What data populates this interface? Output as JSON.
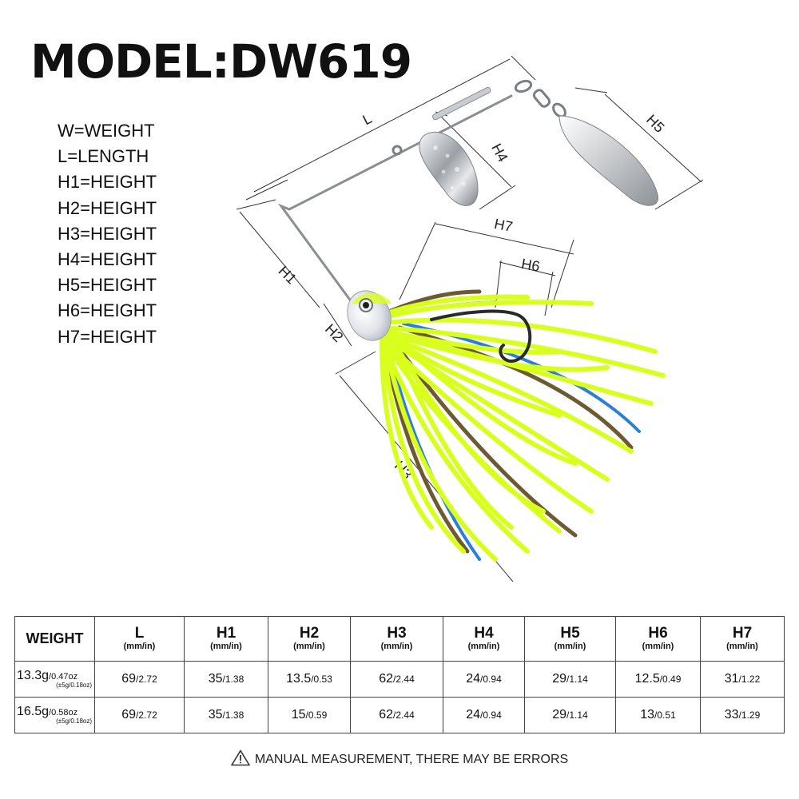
{
  "title": "MODEL:DW619",
  "legend": [
    "W=WEIGHT",
    "L=LENGTH",
    "H1=HEIGHT",
    "H2=HEIGHT",
    "H3=HEIGHT",
    "H4=HEIGHT",
    "H5=HEIGHT",
    "H6=HEIGHT",
    "H7=HEIGHT"
  ],
  "diagram_labels": {
    "L": "L",
    "H1": "H1",
    "H2": "H2",
    "H3": "H3",
    "H4": "H4",
    "H5": "H5",
    "H6": "H6",
    "H7": "H7"
  },
  "colors": {
    "skirt": "#d9ff1e",
    "skirt_blue": "#2c7fd6",
    "skirt_brown": "#6e5a32",
    "head": "#e9edf2",
    "blade": "#c9cdd2",
    "wire": "#8a8f94",
    "dimension_line": "#333333"
  },
  "table": {
    "weight_header": "WEIGHT",
    "columns": [
      {
        "label": "L",
        "unit": "(mm/in)"
      },
      {
        "label": "H1",
        "unit": "(mm/in)"
      },
      {
        "label": "H2",
        "unit": "(mm/in)"
      },
      {
        "label": "H3",
        "unit": "(mm/in)"
      },
      {
        "label": "H4",
        "unit": "(mm/in)"
      },
      {
        "label": "H5",
        "unit": "(mm/in)"
      },
      {
        "label": "H6",
        "unit": "(mm/in)"
      },
      {
        "label": "H7",
        "unit": "(mm/in)"
      }
    ],
    "rows": [
      {
        "weight": "13.3g",
        "weight_oz": "/0.47oz",
        "tolerance": "(±5g/0.18oz)",
        "cells": [
          {
            "mm": "69",
            "in": "/2.72"
          },
          {
            "mm": "35",
            "in": "/1.38"
          },
          {
            "mm": "13.5",
            "in": "/0.53"
          },
          {
            "mm": "62",
            "in": "/2.44"
          },
          {
            "mm": "24",
            "in": "/0.94"
          },
          {
            "mm": "29",
            "in": "/1.14"
          },
          {
            "mm": "12.5",
            "in": "/0.49"
          },
          {
            "mm": "31",
            "in": "/1.22"
          }
        ]
      },
      {
        "weight": "16.5g",
        "weight_oz": "/0.58oz",
        "tolerance": "(±5g/0.18oz)",
        "cells": [
          {
            "mm": "69",
            "in": "/2.72"
          },
          {
            "mm": "35",
            "in": "/1.38"
          },
          {
            "mm": "15",
            "in": "/0.59"
          },
          {
            "mm": "62",
            "in": "/2.44"
          },
          {
            "mm": "24",
            "in": "/0.94"
          },
          {
            "mm": "29",
            "in": "/1.14"
          },
          {
            "mm": "13",
            "in": "/0.51"
          },
          {
            "mm": "33",
            "in": "/1.29"
          }
        ]
      }
    ]
  },
  "footer": {
    "icon": "warning-icon",
    "text": "MANUAL MEASUREMENT, THERE MAY BE ERRORS"
  }
}
